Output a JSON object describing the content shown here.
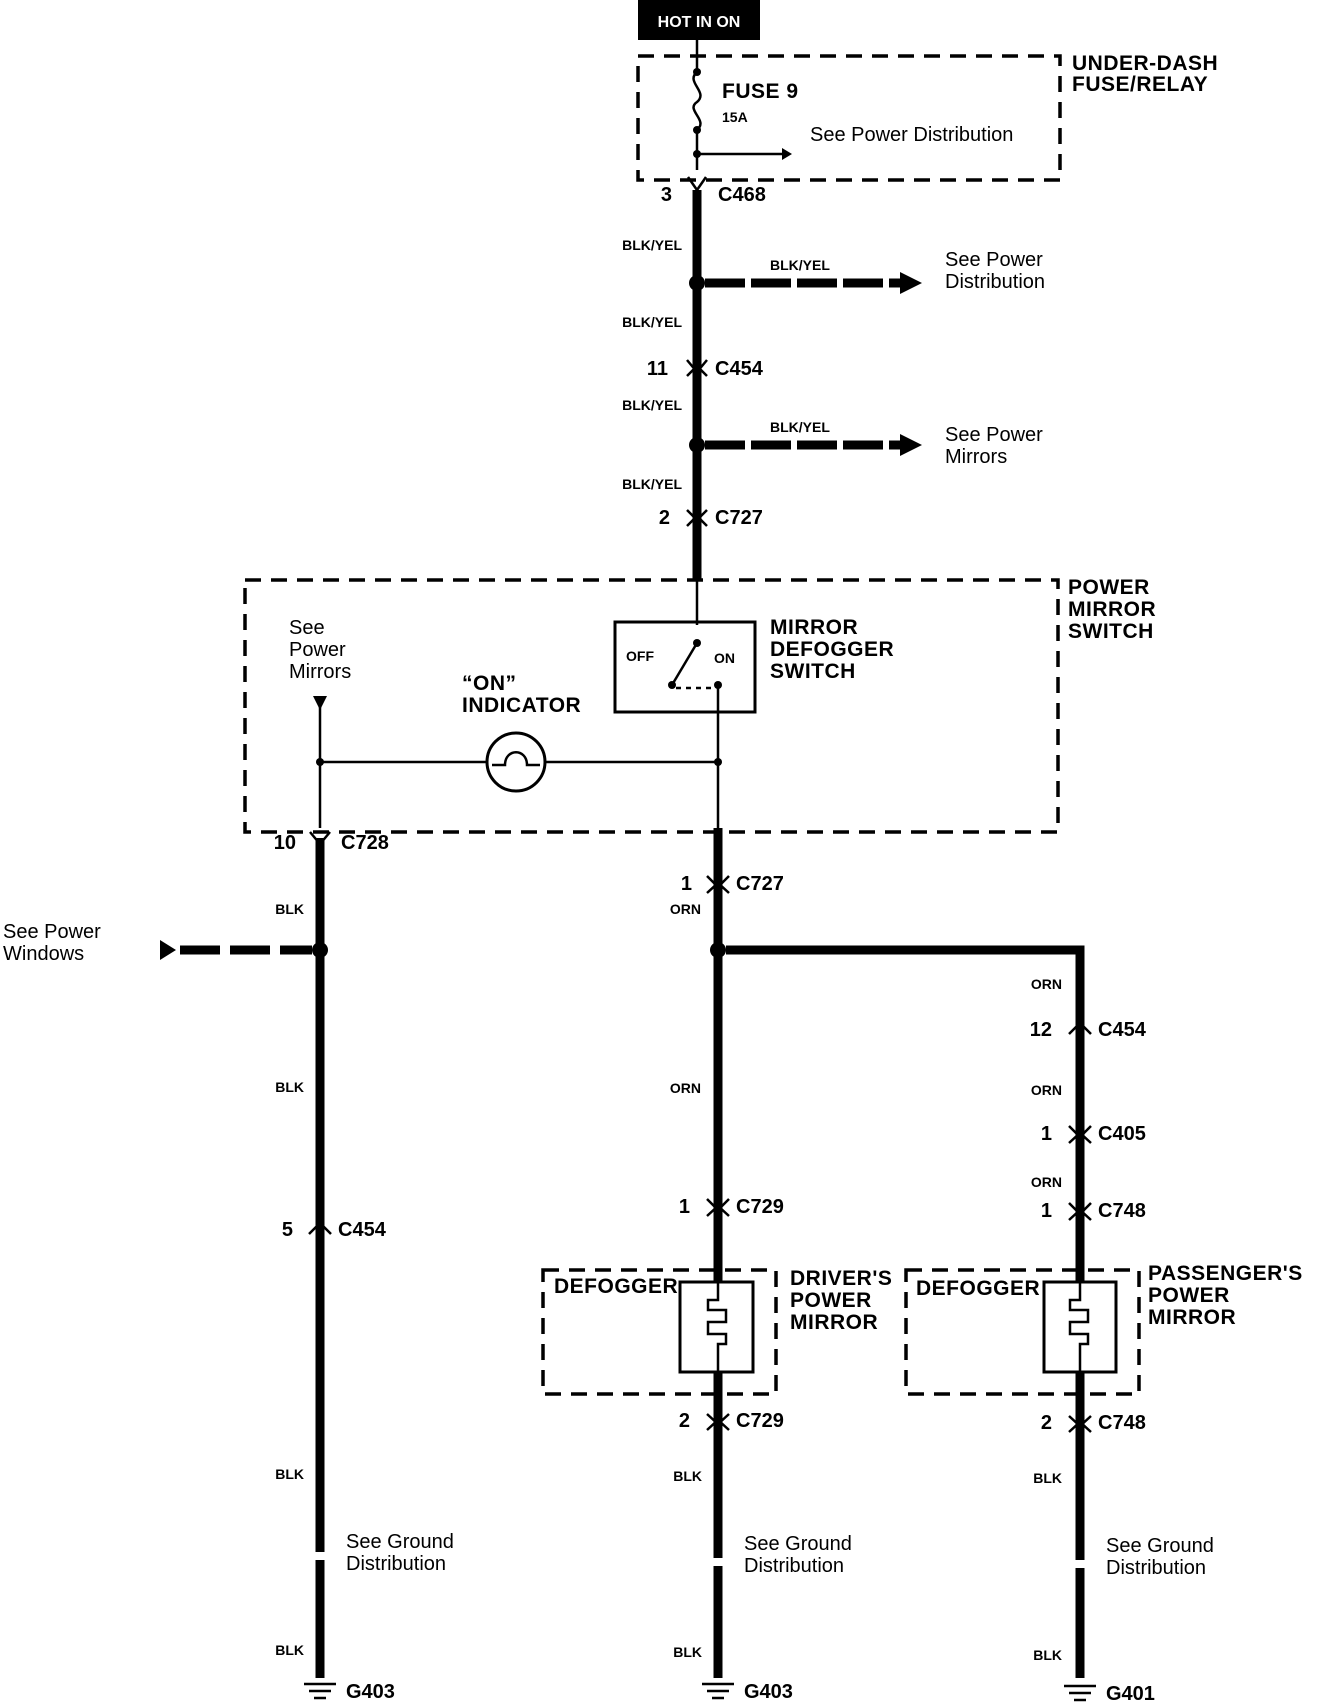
{
  "power": {
    "label": "HOT IN ON"
  },
  "fuse_box": {
    "name": "UNDER-DASH FUSE/RELAY",
    "name_line1": "UNDER-DASH",
    "name_line2": "FUSE/RELAY",
    "fuse": "FUSE 9",
    "rating": "15A",
    "see": "See Power Distribution"
  },
  "connectors": {
    "c468": {
      "pin": "3",
      "name": "C468"
    },
    "c454_top": {
      "pin": "11",
      "name": "C454"
    },
    "c727_top": {
      "pin": "2",
      "name": "C727"
    },
    "c728": {
      "pin": "10",
      "name": "C728"
    },
    "c727_bottom": {
      "pin": "1",
      "name": "C727"
    },
    "c454_left": {
      "pin": "5",
      "name": "C454"
    },
    "c454_right": {
      "pin": "12",
      "name": "C454"
    },
    "c405": {
      "pin": "1",
      "name": "C405"
    },
    "c729_top": {
      "pin": "1",
      "name": "C729"
    },
    "c748_top": {
      "pin": "1",
      "name": "C748"
    },
    "c729_bottom": {
      "pin": "2",
      "name": "C729"
    },
    "c748_bottom": {
      "pin": "2",
      "name": "C748"
    }
  },
  "wires": {
    "blk_yel": "BLK/YEL",
    "blk": "BLK",
    "orn": "ORN"
  },
  "branches": {
    "power_dist": {
      "line1": "See Power",
      "line2": "Distribution"
    },
    "power_mirrors": {
      "line1": "See Power",
      "line2": "Mirrors"
    },
    "power_windows": {
      "line1": "See Power",
      "line2": "Windows"
    }
  },
  "switch_box": {
    "name_line1": "POWER",
    "name_line2": "MIRROR",
    "name_line3": "SWITCH",
    "switch_line1": "MIRROR",
    "switch_line2": "DEFOGGER",
    "switch_line3": "SWITCH",
    "off": "OFF",
    "on": "ON",
    "indicator_line1": "“ON”",
    "indicator_line2": "INDICATOR",
    "see_line1": "See",
    "see_line2": "Power",
    "see_line3": "Mirrors"
  },
  "mirrors": {
    "driver": {
      "element": "DEFOGGER",
      "line1": "DRIVER'S",
      "line2": "POWER",
      "line3": "MIRROR"
    },
    "passenger": {
      "element": "DEFOGGER",
      "line1": "PASSENGER'S",
      "line2": "POWER",
      "line3": "MIRROR"
    }
  },
  "grounds": {
    "see_line1": "See Ground",
    "see_line2": "Distribution",
    "left": "G403",
    "middle": "G403",
    "right": "G401"
  }
}
